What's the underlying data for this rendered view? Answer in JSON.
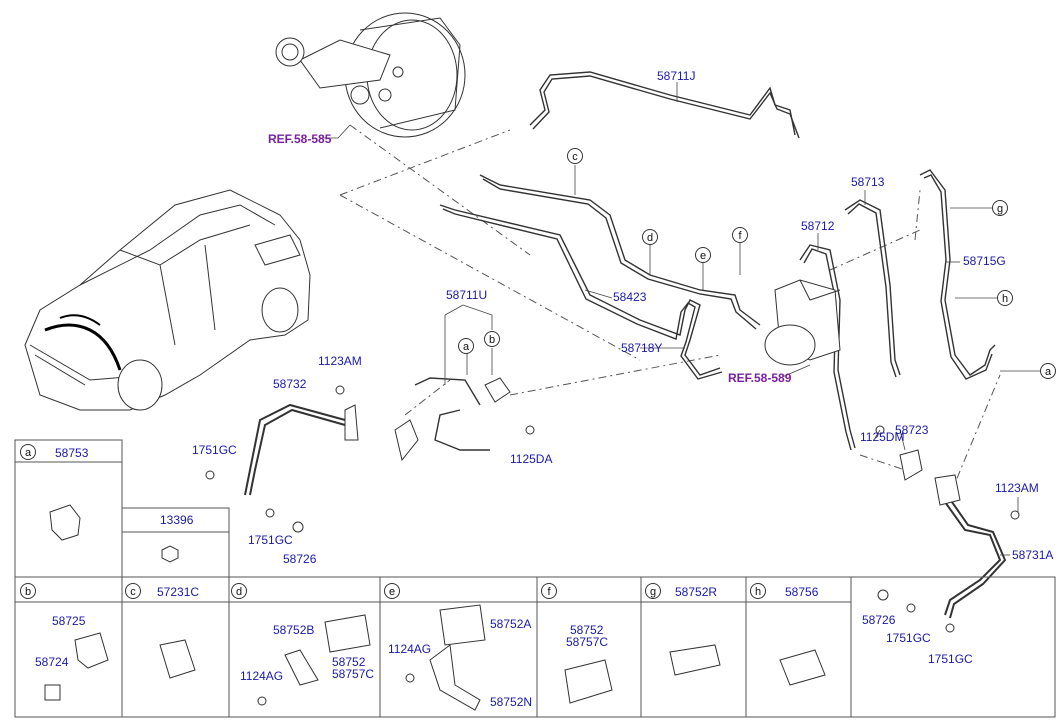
{
  "callouts": {
    "ref_58_585": "REF.58-585",
    "ref_58_589": "REF.58-589",
    "p58711J": "58711J",
    "p58713": "58713",
    "p58712": "58712",
    "p58715G": "58715G",
    "p58423": "58423",
    "p58718Y": "58718Y",
    "p58711U": "58711U",
    "p1123AM_a": "1123AM",
    "p58732": "58732",
    "p1751GC_a": "1751GC",
    "p1751GC_b": "1751GC",
    "p58726_a": "58726",
    "p1125DA": "1125DA",
    "p1125DM": "1125DM",
    "p58723": "58723",
    "p1123AM_b": "1123AM",
    "p58731A": "58731A",
    "p58726_b": "58726",
    "p1751GC_c": "1751GC",
    "p1751GC_d": "1751GC"
  },
  "markers": {
    "c": "c",
    "d": "d",
    "e": "e",
    "f": "f",
    "g": "g",
    "h": "h",
    "a_left": "a",
    "b_left": "b",
    "a_right": "a"
  },
  "legend": {
    "a": {
      "letter": "a",
      "part": "58753"
    },
    "a2": {
      "part": "13396"
    },
    "b": {
      "letter": "b",
      "p1": "58725",
      "p2": "58724"
    },
    "c": {
      "letter": "c",
      "part": "57231C"
    },
    "d": {
      "letter": "d",
      "p1": "58752B",
      "p2": "58752",
      "p3": "58757C",
      "p4": "1124AG"
    },
    "e": {
      "letter": "e",
      "p1": "1124AG",
      "p2": "58752A",
      "p3": "58752N"
    },
    "f": {
      "letter": "f",
      "p1": "58752",
      "p2": "58757C"
    },
    "g": {
      "letter": "g",
      "part": "58752R"
    },
    "h": {
      "letter": "h",
      "part": "58756"
    }
  }
}
